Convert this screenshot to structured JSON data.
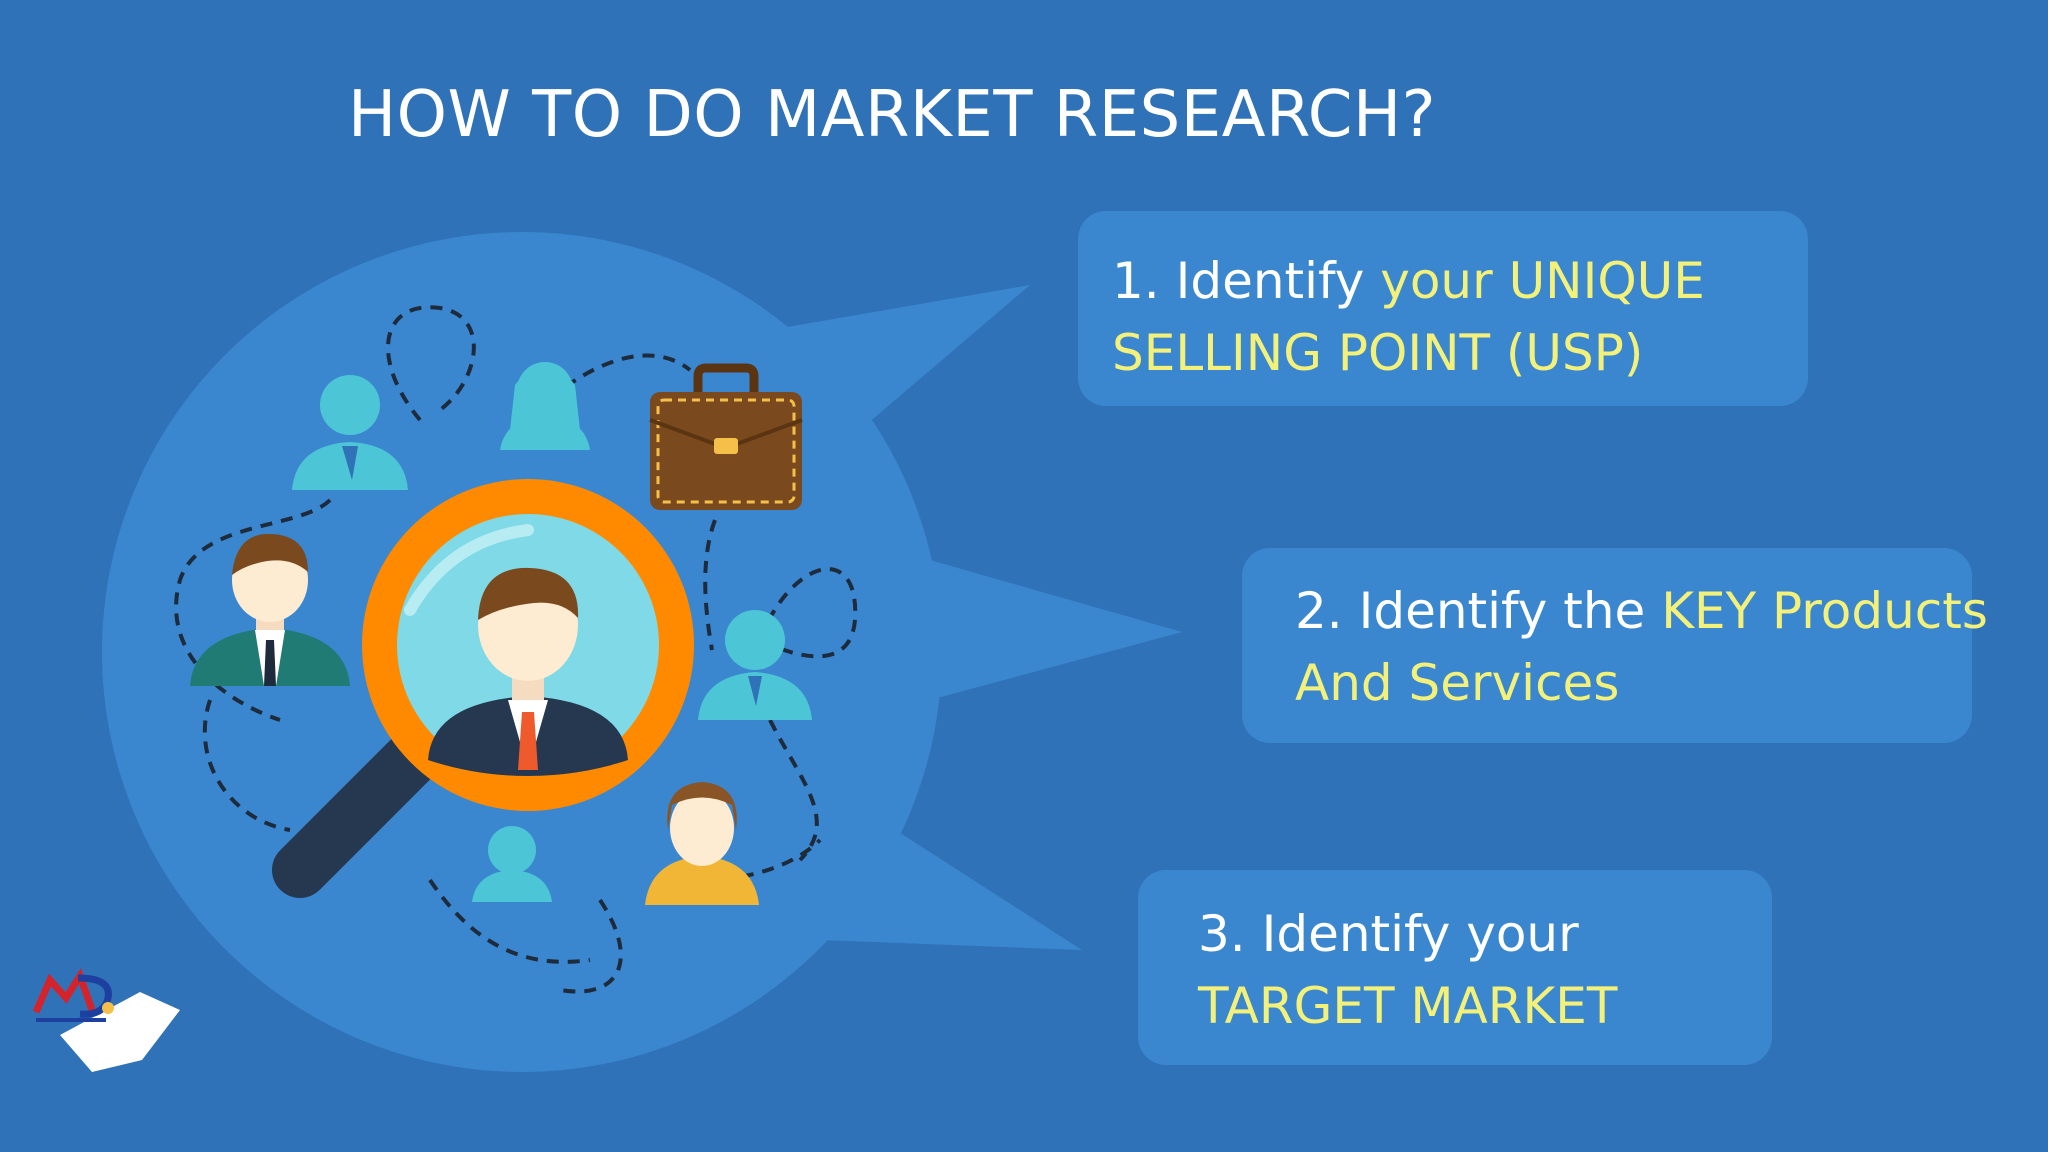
{
  "slide": {
    "title": "HOW TO DO MARKET RESEARCH?",
    "colors": {
      "background": "#2f72b8",
      "bubble": "#3a87d0",
      "card": "#3a87d0",
      "highlight": "#f3f17a",
      "text": "#ffffff",
      "magnifier_ring": "#ff8a00",
      "people_cyan": "#4cc6d6"
    },
    "steps": [
      {
        "line1_plain": "1. Identify ",
        "line1_hl": "your UNIQUE",
        "line2_plain": "",
        "line2_hl": "SELLING POINT (USP)"
      },
      {
        "line1_plain": "2. Identify the ",
        "line1_hl": "KEY Products",
        "line2_plain": "",
        "line2_hl": "And Services"
      },
      {
        "line1_plain": "3. Identify your",
        "line1_hl": "",
        "line2_plain": "",
        "line2_hl": "TARGET MARKET"
      }
    ],
    "illustration": {
      "icons": [
        "speech-bubble",
        "magnifier-icon",
        "person-icon",
        "briefcase-icon",
        "dashed-path"
      ],
      "logo": "logo-mark"
    }
  }
}
